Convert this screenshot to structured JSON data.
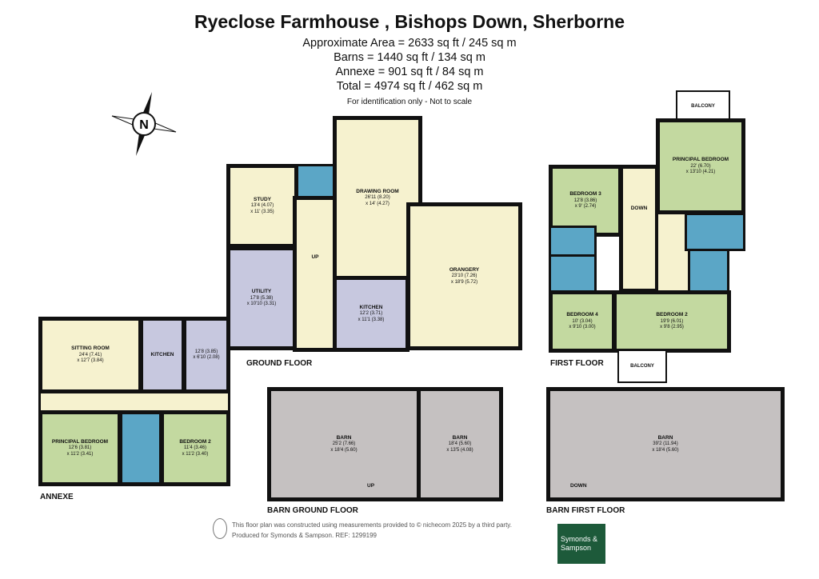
{
  "header": {
    "title": "Ryeclose Farmhouse , Bishops Down, Sherborne",
    "areas": [
      "Approximate Area = 2633 sq ft / 245 sq m",
      "Barns = 1440 sq ft / 134 sq m",
      "Annexe = 901 sq ft / 84 sq m",
      "Total = 4974 sq ft / 462 sq m"
    ],
    "note": "For identification only - Not to scale"
  },
  "compass": {
    "letter": "N"
  },
  "floors": {
    "ground": "GROUND FLOOR",
    "first": "FIRST FLOOR",
    "annexe": "ANNEXE",
    "barn_ground": "BARN GROUND FLOOR",
    "barn_first": "BARN FIRST FLOOR"
  },
  "ground": {
    "study": {
      "name": "STUDY",
      "d1": "13'4 (4.07)",
      "d2": "x 11' (3.35)"
    },
    "drawing": {
      "name": "DRAWING ROOM",
      "d1": "26'11 (8.20)",
      "d2": "x 14' (4.27)"
    },
    "orangery": {
      "name": "ORANGERY",
      "d1": "23'10 (7.26)",
      "d2": "x 18'9 (5.72)"
    },
    "utility": {
      "name": "UTILITY",
      "d1": "17'8 (5.38)",
      "d2": "x 10'10 (3.31)"
    },
    "kitchen": {
      "name": "KITCHEN",
      "d1": "12'2 (3.71)",
      "d2": "x 11'1 (3.38)"
    },
    "up": "UP"
  },
  "first": {
    "principal": {
      "name": "PRINCIPAL BEDROOM",
      "d1": "22' (6.70)",
      "d2": "x 13'10 (4.21)"
    },
    "bed3": {
      "name": "BEDROOM 3",
      "d1": "12'8 (3.86)",
      "d2": "x 9' (2.74)"
    },
    "bed4": {
      "name": "BEDROOM 4",
      "d1": "10' (3.04)",
      "d2": "x 9'10 (3.00)"
    },
    "bed2": {
      "name": "BEDROOM 2",
      "d1": "19'9 (6.01)",
      "d2": "x 9'8 (2.95)"
    },
    "balcony": "BALCONY",
    "down": "DOWN"
  },
  "annexe": {
    "sitting": {
      "name": "SITTING ROOM",
      "d1": "24'4 (7.41)",
      "d2": "x 12'7 (3.84)"
    },
    "kitchen": {
      "name": "KITCHEN"
    },
    "room": {
      "d1": "12'8 (3.85)",
      "d2": "x 6'10 (2.08)"
    },
    "principal": {
      "name": "PRINCIPAL BEDROOM",
      "d1": "12'6 (3.81)",
      "d2": "x 11'2 (3.41)"
    },
    "bed2": {
      "name": "BEDROOM 2",
      "d1": "11'4 (3.46)",
      "d2": "x 11'2 (3.40)"
    }
  },
  "barns": {
    "g1": {
      "name": "BARN",
      "d1": "25'2 (7.66)",
      "d2": "x 18'4 (5.60)"
    },
    "g2": {
      "name": "BARN",
      "d1": "18'4 (5.60)",
      "d2": "x 13'5 (4.08)"
    },
    "f1": {
      "name": "BARN",
      "d1": "39'2 (11.94)",
      "d2": "x 18'4 (5.60)"
    },
    "up": "UP",
    "down": "DOWN"
  },
  "footer": {
    "line1": "This floor plan was constructed using measurements provided to © nichecom 2025 by a third party.",
    "line2": "Produced for Symonds & Sampson.    REF: 1299199"
  },
  "logo": {
    "text": "Symonds & Sampson",
    "color": "#1d5a3a"
  }
}
